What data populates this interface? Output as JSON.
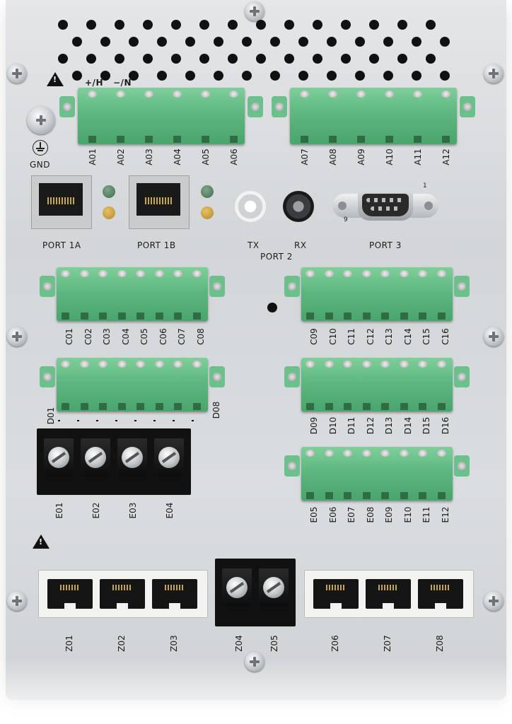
{
  "power": {
    "plus_label": "+/H",
    "minus_label": "−/N",
    "gnd_label": "GND",
    "a_left": [
      "A01",
      "A02",
      "A03",
      "A04",
      "A05",
      "A06"
    ],
    "a_right": [
      "A07",
      "A08",
      "A09",
      "A10",
      "A11",
      "A12"
    ]
  },
  "comms": {
    "port1a": "PORT 1A",
    "port1b": "PORT 1B",
    "tx": "TX",
    "rx": "RX",
    "port2": "PORT 2",
    "port3": "PORT 3",
    "db9_pin1": "1",
    "db9_pin9": "9"
  },
  "c_left": [
    "C01",
    "C02",
    "C03",
    "C04",
    "C05",
    "C06",
    "C07",
    "C08"
  ],
  "c_right": [
    "C09",
    "C10",
    "C11",
    "C12",
    "C13",
    "C14",
    "C15",
    "C16"
  ],
  "d_left_first": "D01",
  "d_left_last": "D08",
  "d_right": [
    "D09",
    "D10",
    "D11",
    "D12",
    "D13",
    "D14",
    "D15",
    "D16"
  ],
  "e_left": [
    "E01",
    "E02",
    "E03",
    "E04"
  ],
  "e_right": [
    "E05",
    "E06",
    "E07",
    "E08",
    "E09",
    "E10",
    "E11",
    "E12"
  ],
  "z": [
    "Z01",
    "Z02",
    "Z03",
    "Z04",
    "Z05",
    "Z06",
    "Z07",
    "Z08"
  ],
  "warning_glyph": "!",
  "colors": {
    "terminal_green": "#5db77f",
    "panel": "#d8dbde",
    "led_green": "#3f6b4f",
    "led_amber": "#b08a2e"
  }
}
